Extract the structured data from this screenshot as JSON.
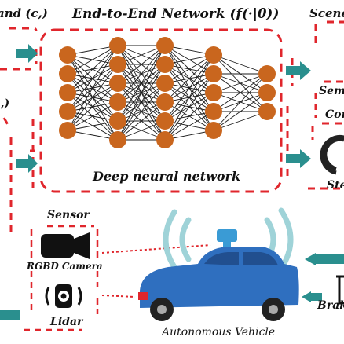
{
  "labels": {
    "title": "End-to-End Network (f(·|θ))",
    "left_top": "and (c,)",
    "scene": "Scene",
    "left_mid": "),)",
    "dnn": "Deep neural network",
    "sensor": "Sensor",
    "rgbd": "RGBD Camera",
    "lidar": "Lidar",
    "av": "Autonomous Vehicle",
    "brak": "Brak",
    "sem": "Sem",
    "cor": "Cor",
    "ste": "Ste"
  },
  "network": {
    "layers": [
      5,
      6,
      6,
      5,
      3
    ]
  },
  "colors": {
    "dash_red": "#e0262c",
    "teal_arrow": "#2a8f8e",
    "node_fill": "#c9661e",
    "car_body": "#2f6fbf",
    "car_dark": "#214f8f",
    "wave": "#9fd3d8",
    "sensor_box": "#3a9bd5",
    "edge": "#1a1a1a"
  },
  "icons": [
    "camera-icon",
    "lidar-icon",
    "steering-wheel-icon",
    "car-icon",
    "radar-wave-icon",
    "arrow-icon"
  ]
}
